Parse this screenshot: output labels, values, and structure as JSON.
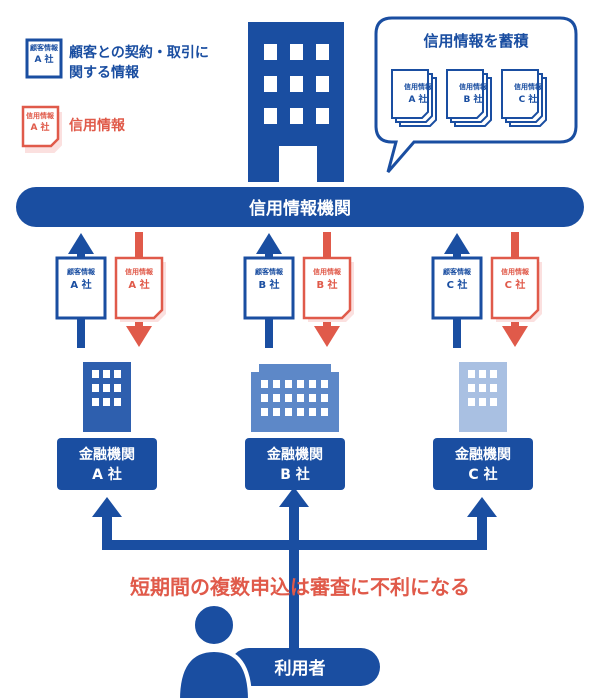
{
  "legend": {
    "customer_doc": {
      "line1": "顧客情報",
      "line2": "A 社"
    },
    "customer_text_line1": "顧客との契約・取引に",
    "customer_text_line2": "関する情報",
    "credit_doc": {
      "line1": "信用情報",
      "line2": "A 社"
    },
    "credit_text": "信用情報"
  },
  "bubble": {
    "title": "信用情報を蓄積",
    "docs": [
      {
        "line1": "信用情報",
        "line2": "A 社"
      },
      {
        "line1": "信用情報",
        "line2": "B 社"
      },
      {
        "line1": "信用情報",
        "line2": "C 社"
      }
    ]
  },
  "agency_label": "信用情報機関",
  "institutions": [
    {
      "customer_doc": {
        "line1": "顧客情報",
        "line2": "A 社"
      },
      "credit_doc": {
        "line1": "信用情報",
        "line2": "A 社"
      },
      "label_line1": "金融機関",
      "label_line2": "A 社"
    },
    {
      "customer_doc": {
        "line1": "顧客情報",
        "line2": "B 社"
      },
      "credit_doc": {
        "line1": "信用情報",
        "line2": "B 社"
      },
      "label_line1": "金融機関",
      "label_line2": "B 社"
    },
    {
      "customer_doc": {
        "line1": "顧客情報",
        "line2": "C 社"
      },
      "credit_doc": {
        "line1": "信用情報",
        "line2": "C 社"
      },
      "label_line1": "金融機関",
      "label_line2": "C 社"
    }
  ],
  "warning": "短期間の複数申込は審査に不利になる",
  "user_label": "利用者",
  "colors": {
    "navy": "#1a4ea1",
    "red": "#e05a4a",
    "pink": "#fbe0df",
    "building_a": "#2e5fae",
    "building_b": "#5d88c8",
    "building_c": "#a9c0e2"
  }
}
